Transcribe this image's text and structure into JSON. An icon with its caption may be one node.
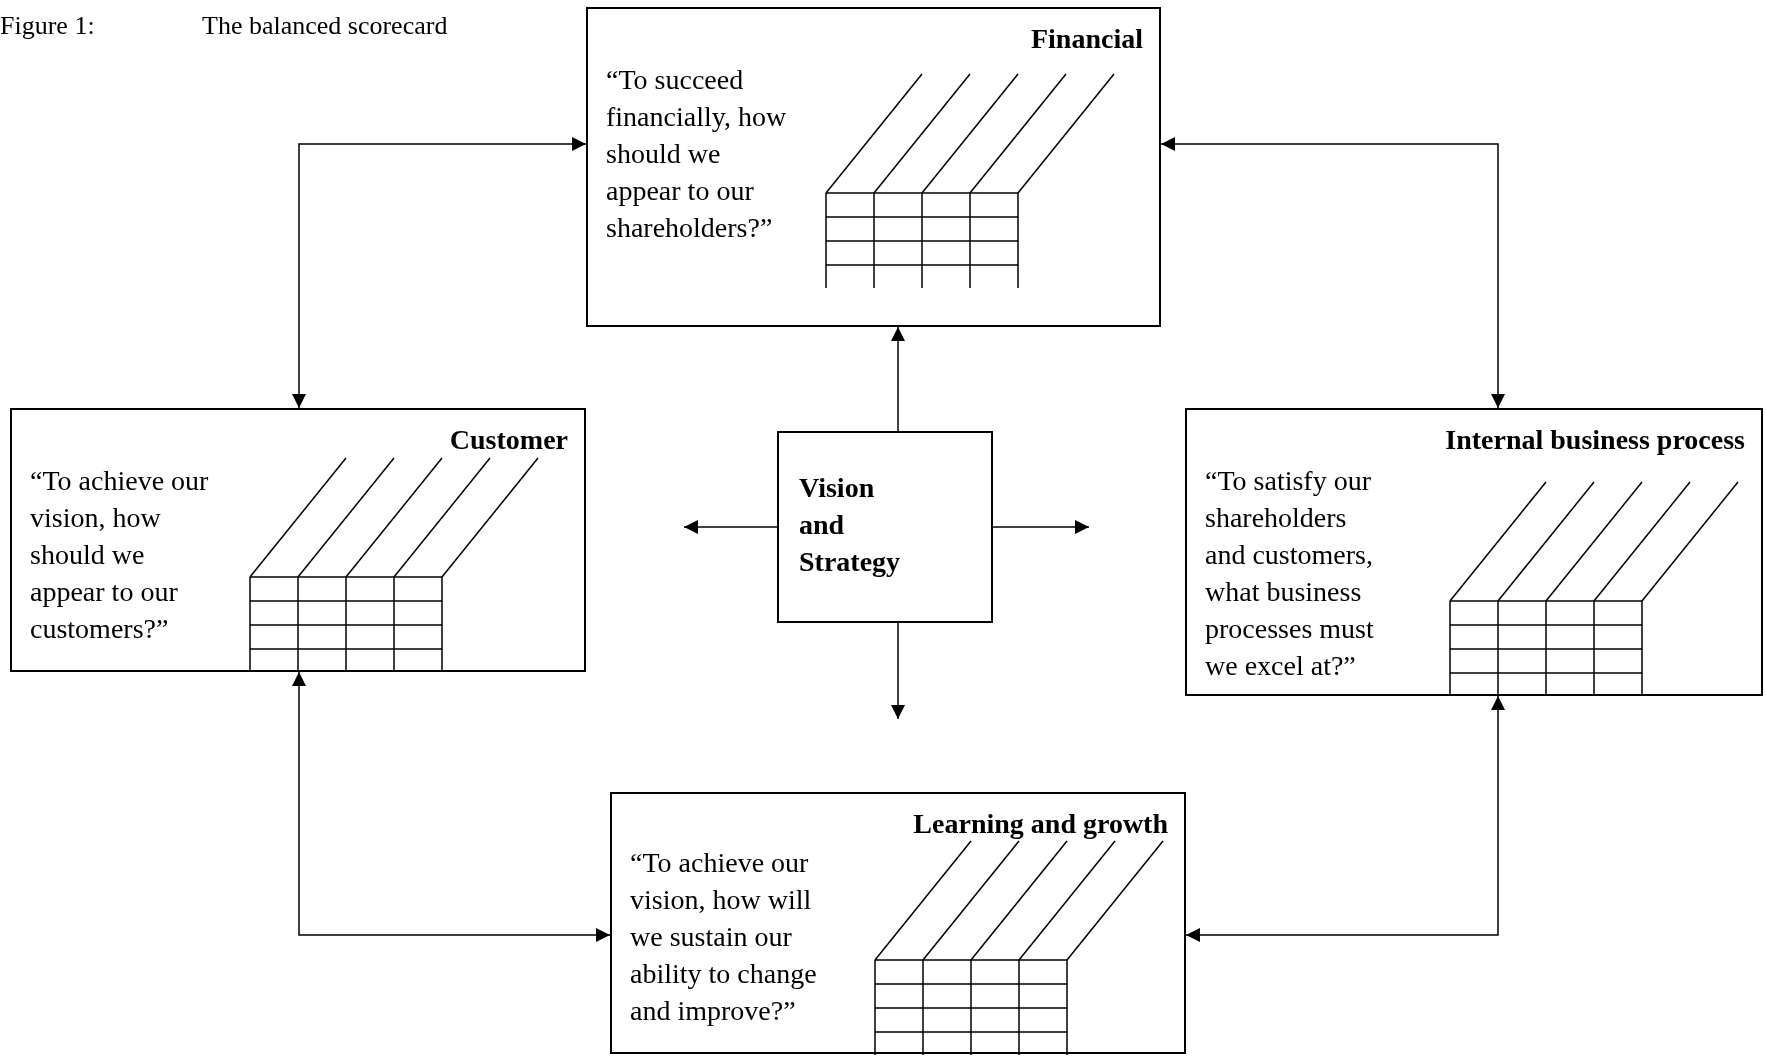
{
  "diagram": {
    "nodes": [
      {
        "text": [
          "Financial",
          "“To succeed financially, how should we appear to our shareholders?”"
        ]
      },
      {
        "text": [
          "Customer",
          "“To achieve our vision, how should we appear to our customers?”"
        ]
      },
      {
        "text": [
          "Vision and Strategy"
        ]
      },
      {
        "text": [
          "Internal business process",
          "“To satisfy our shareholders and customers, what business processes must we excel at?”"
        ]
      },
      {
        "text": [
          "Learning and growth",
          "“To achieve our vision, how will we sustain our ability to change and improve?”"
        ]
      }
    ],
    "edges": [
      {
        "from": 0,
        "to": 1,
        "arrow": "both"
      },
      {
        "from": 0,
        "to": 3,
        "arrow": "both"
      },
      {
        "from": 1,
        "to": 4,
        "arrow": "both"
      },
      {
        "from": 3,
        "to": 4,
        "arrow": "both"
      },
      {
        "from": 2,
        "to": 0,
        "arrow": "to"
      },
      {
        "from": 2,
        "to": null,
        "arrow": "to"
      },
      {
        "from": 2,
        "to": null,
        "arrow": "to"
      },
      {
        "from": 2,
        "to": null,
        "arrow": "to"
      }
    ],
    "labels": [
      "Figure 1:",
      "The balanced scorecard"
    ]
  }
}
